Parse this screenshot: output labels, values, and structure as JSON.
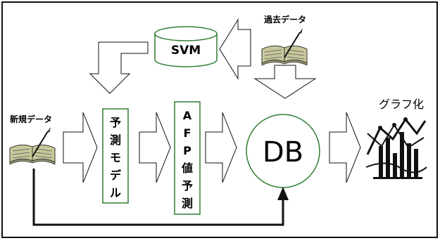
{
  "labels": {
    "past_data": "過去データ",
    "svm": "SVM",
    "new_data": "新規データ",
    "prediction_model": [
      "予",
      "測",
      "モ",
      "デ",
      "ル"
    ],
    "afp_prediction": [
      "A",
      "F",
      "P",
      "値",
      "予",
      "測"
    ],
    "db": "DB",
    "graphing": "グラフ化"
  },
  "colors": {
    "green": "#2e7d32",
    "black": "#111111",
    "book": "#c8c79a"
  },
  "icons": {
    "past_data": "open-book-with-pen-icon",
    "new_data": "open-book-with-pen-icon",
    "graph": "line-and-bar-chart-icon"
  }
}
